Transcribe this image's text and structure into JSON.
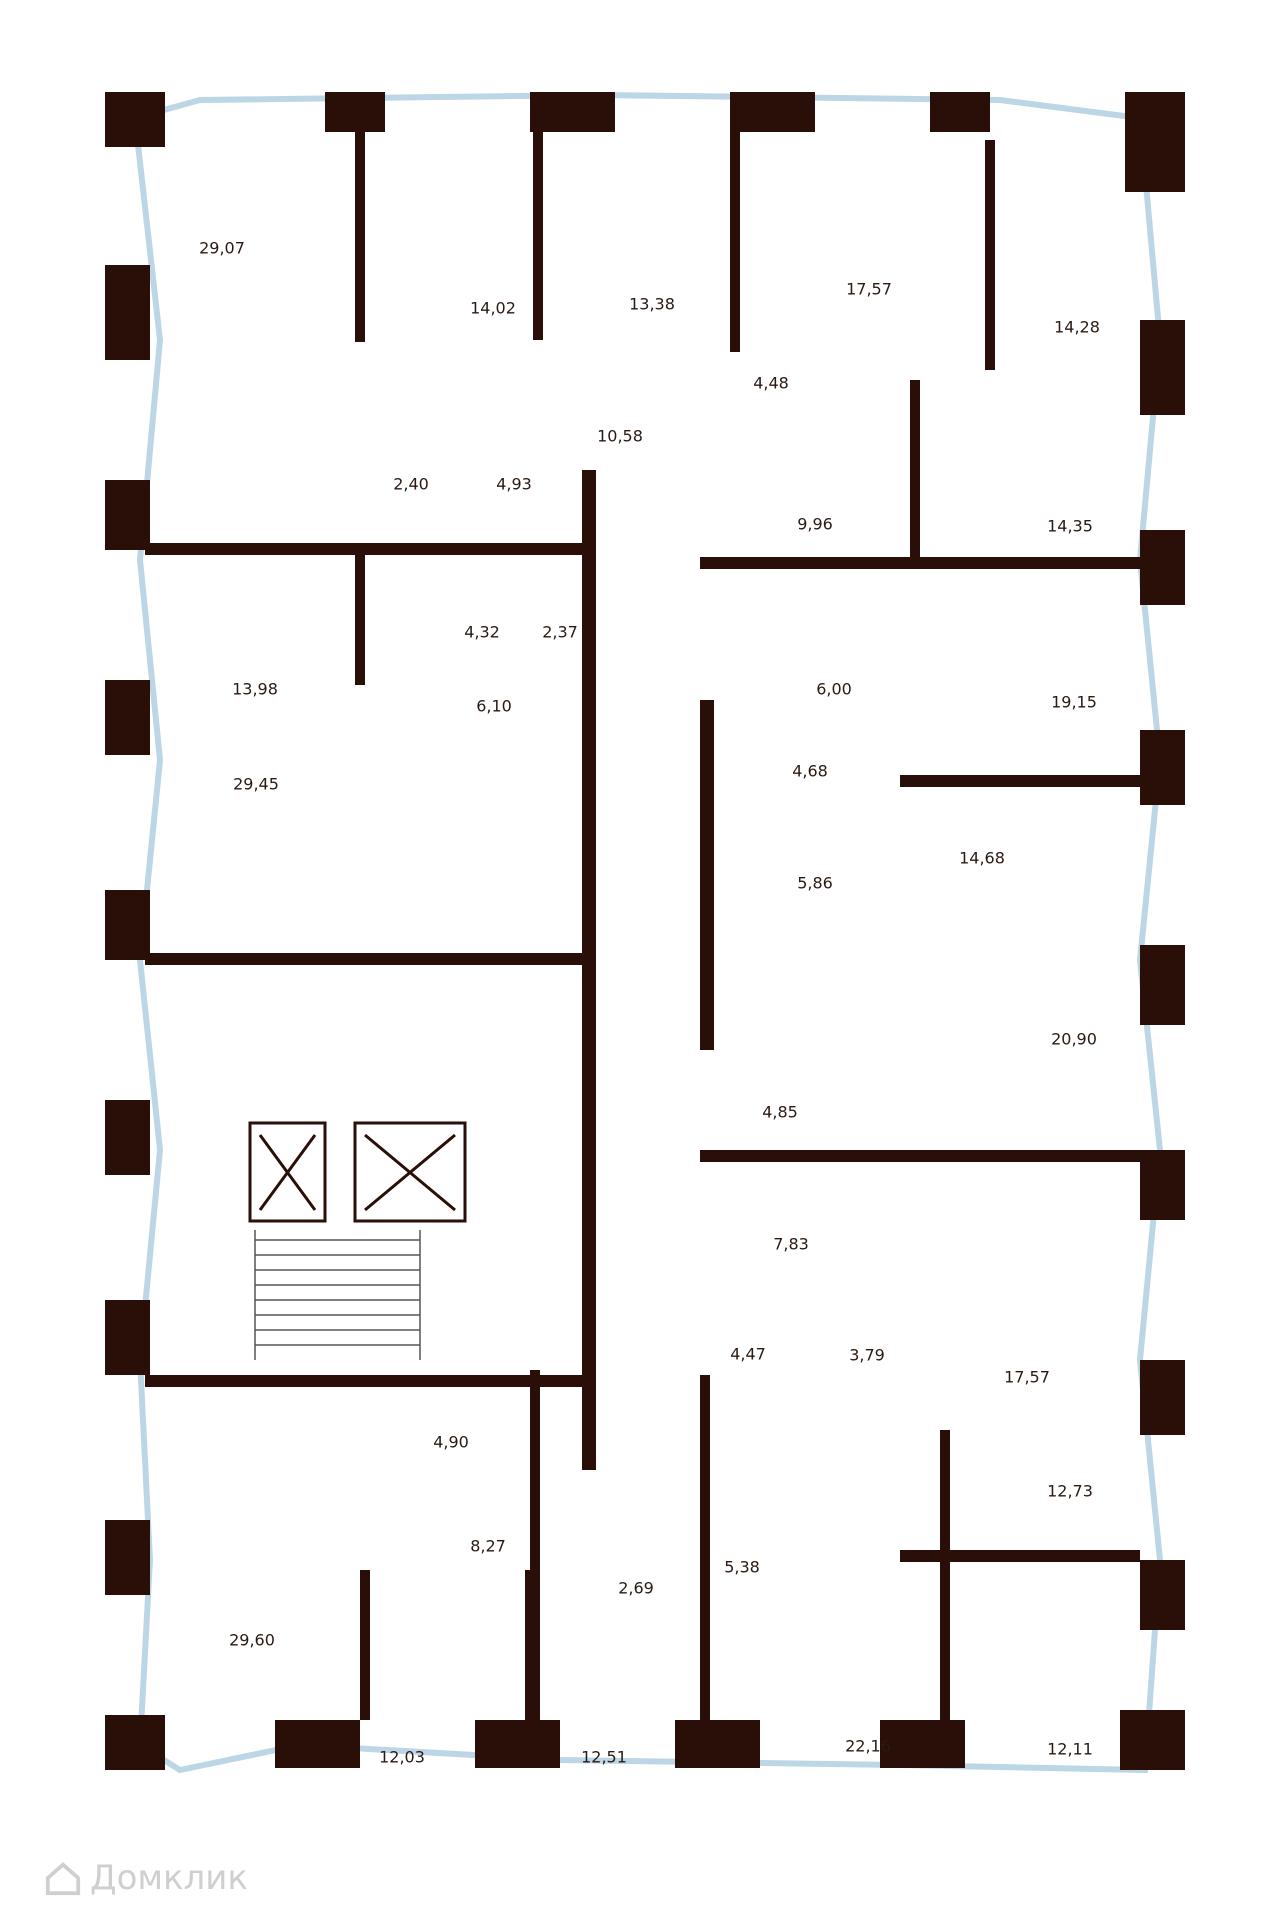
{
  "rooms": [
    {
      "id": "r1",
      "area": "29,07"
    },
    {
      "id": "r2",
      "area": "14,02"
    },
    {
      "id": "r3",
      "area": "13,38"
    },
    {
      "id": "r4",
      "area": "17,57"
    },
    {
      "id": "r5",
      "area": "14,28"
    },
    {
      "id": "r6",
      "area": "10,58"
    },
    {
      "id": "r7",
      "area": "4,48"
    },
    {
      "id": "r8",
      "area": "2,40"
    },
    {
      "id": "r9",
      "area": "4,93"
    },
    {
      "id": "r10",
      "area": "9,96"
    },
    {
      "id": "r11",
      "area": "14,35"
    },
    {
      "id": "r12",
      "area": "4,32"
    },
    {
      "id": "r13",
      "area": "2,37"
    },
    {
      "id": "r14",
      "area": "13,98"
    },
    {
      "id": "r15",
      "area": "6,10"
    },
    {
      "id": "r16",
      "area": "6,00"
    },
    {
      "id": "r17",
      "area": "19,15"
    },
    {
      "id": "r18",
      "area": "4,68"
    },
    {
      "id": "r19",
      "area": "29,45"
    },
    {
      "id": "r20",
      "area": "14,68"
    },
    {
      "id": "r21",
      "area": "5,86"
    },
    {
      "id": "r22",
      "area": "20,90"
    },
    {
      "id": "r23",
      "area": "4,85"
    },
    {
      "id": "r24",
      "area": "7,83"
    },
    {
      "id": "r25",
      "area": "4,47"
    },
    {
      "id": "r26",
      "area": "3,79"
    },
    {
      "id": "r27",
      "area": "17,57"
    },
    {
      "id": "r28",
      "area": "4,90"
    },
    {
      "id": "r29",
      "area": "12,73"
    },
    {
      "id": "r30",
      "area": "8,27"
    },
    {
      "id": "r31",
      "area": "2,69"
    },
    {
      "id": "r32",
      "area": "5,38"
    },
    {
      "id": "r33",
      "area": "29,60"
    },
    {
      "id": "r34",
      "area": "12,03"
    },
    {
      "id": "r35",
      "area": "12,51"
    },
    {
      "id": "r36",
      "area": "22,16"
    },
    {
      "id": "r37",
      "area": "12,11"
    }
  ],
  "watermark": {
    "text": "Домклик"
  },
  "colors": {
    "wall": "#2a0e08",
    "window": "#bcd6e6",
    "fixture": "#8a8a8a",
    "background": "#ffffff"
  }
}
